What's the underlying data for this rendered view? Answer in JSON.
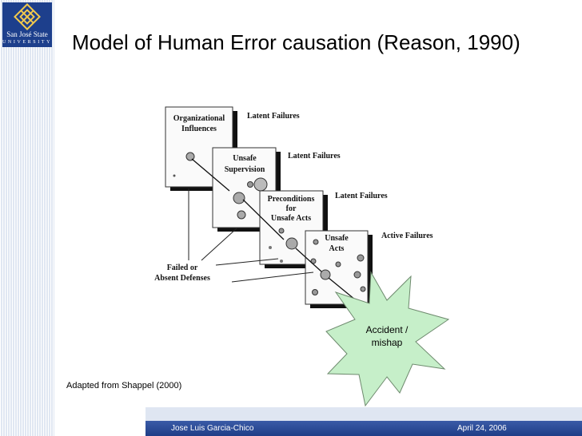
{
  "slide": {
    "title": "Model of Human Error causation (Reason, 1990)",
    "credit": "Adapted from Shappel (2000)"
  },
  "logo": {
    "name": "San José State",
    "subtitle": "UNIVERSITY"
  },
  "diagram": {
    "layers": [
      {
        "line1": "Organizational",
        "line2": "Influences",
        "line3": "",
        "failure": "Latent Failures"
      },
      {
        "line1": "Unsafe",
        "line2": "Supervision",
        "line3": "",
        "failure": "Latent Failures"
      },
      {
        "line1": "Preconditions",
        "line2": "for",
        "line3": "Unsafe Acts",
        "failure": "Latent Failures"
      },
      {
        "line1": "Unsafe",
        "line2": "Acts",
        "line3": "",
        "failure": "Active Failures"
      }
    ],
    "defenses": {
      "line1": "Failed or",
      "line2": "Absent Defenses"
    },
    "burst": {
      "line1": "Accident /",
      "line2": "mishap"
    }
  },
  "footer": {
    "author": "Jose Luis Garcia-Chico",
    "date": "April 24, 2006"
  },
  "colors": {
    "brand_blue": "#1d3f8c",
    "burst_fill": "#c6efc9"
  }
}
